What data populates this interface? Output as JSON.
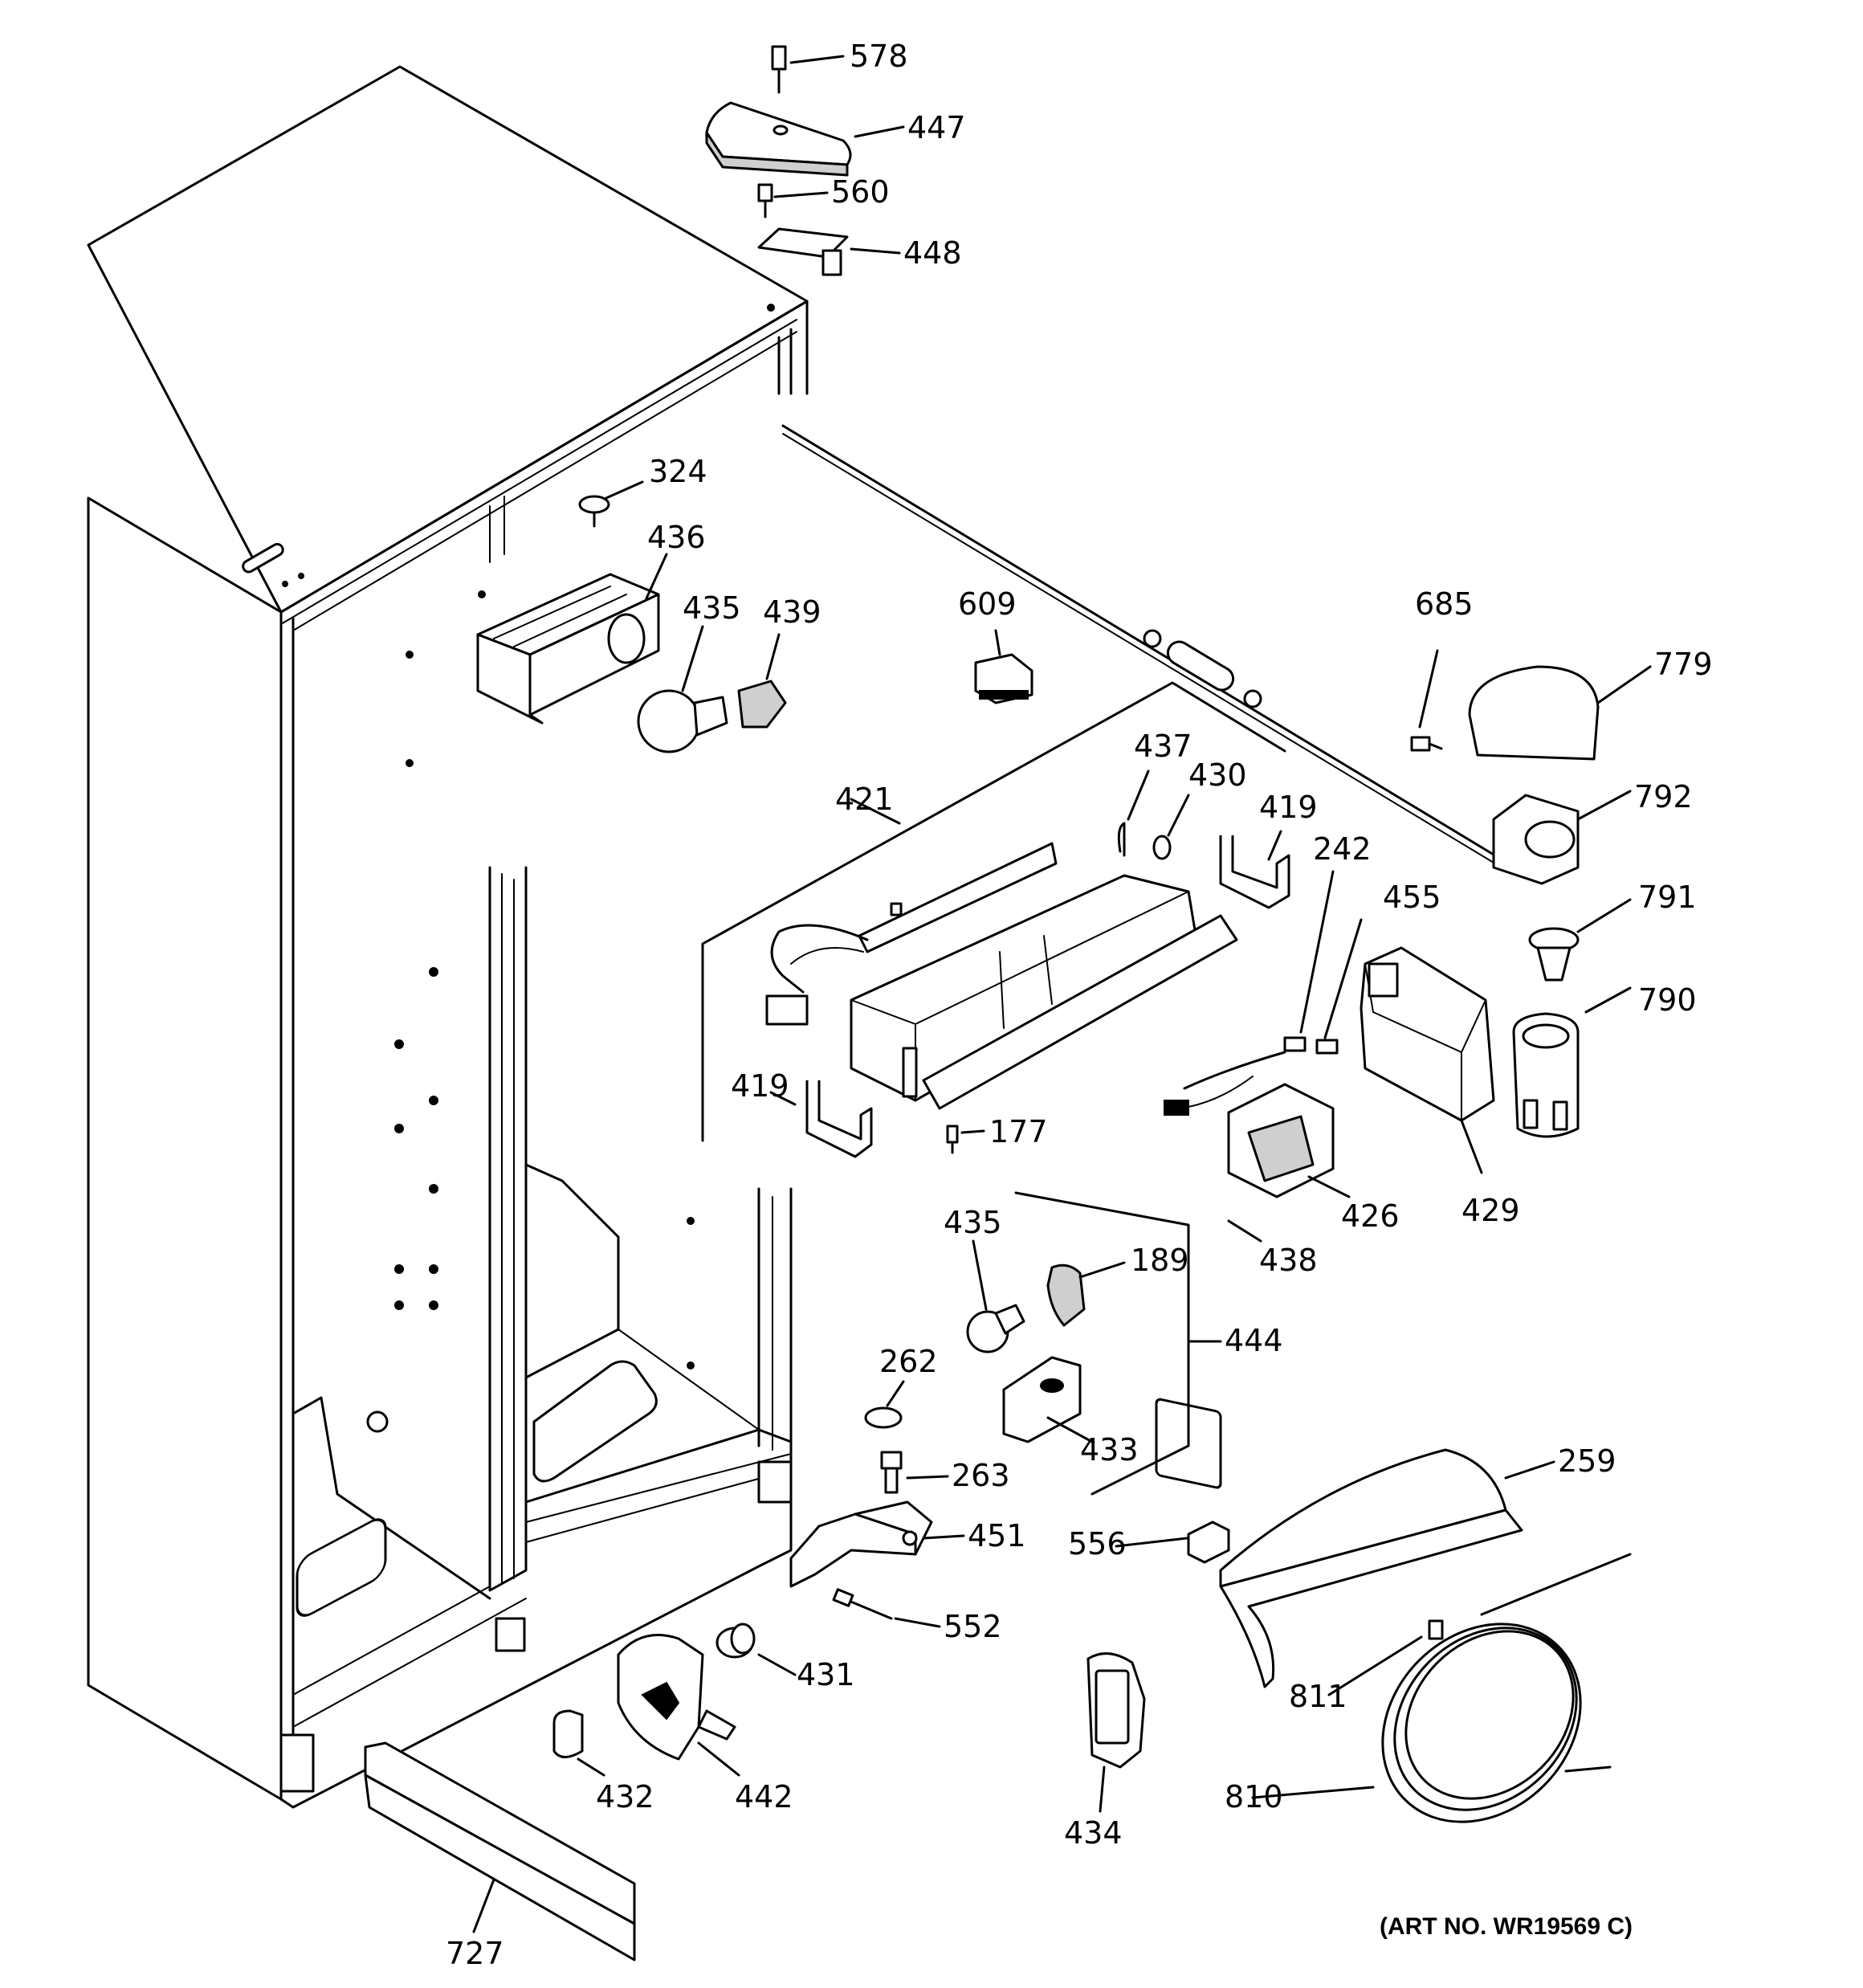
{
  "callouts": [
    "578",
    "447",
    "560",
    "448",
    "324",
    "436",
    "435",
    "439",
    "609",
    "685",
    "779",
    "792",
    "421",
    "437",
    "430",
    "419",
    "242",
    "455",
    "791",
    "790",
    "419",
    "177",
    "426",
    "429",
    "438",
    "435",
    "189",
    "444",
    "262",
    "433",
    "263",
    "259",
    "451",
    "556",
    "552",
    "431",
    "811",
    "432",
    "442",
    "434",
    "810",
    "727"
  ],
  "art_number": "(ART NO. WR19569 C)"
}
